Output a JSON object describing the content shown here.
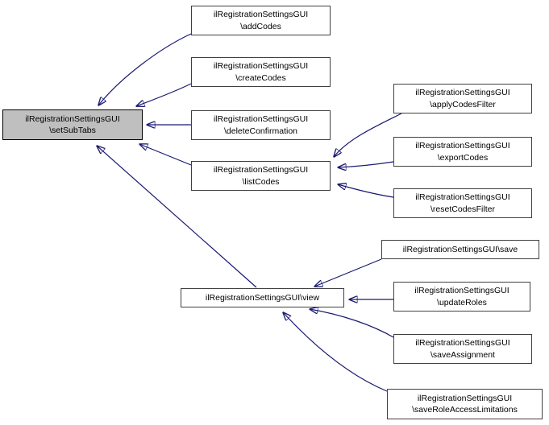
{
  "diagram": {
    "type": "caller-graph",
    "focus_node": "ilRegistrationSettingsGUI\\setSubTabs",
    "colors": {
      "edge": "#191970",
      "node_border": "#404040",
      "node_fill": "#ffffff",
      "highlight_fill": "#bfbfbf",
      "text": "#000000",
      "background": "#ffffff"
    },
    "nodes": [
      {
        "id": "setSubTabs",
        "label": "ilRegistrationSettingsGUI\n\\setSubTabs",
        "highlighted": true
      },
      {
        "id": "addCodes",
        "label": "ilRegistrationSettingsGUI\n\\addCodes",
        "highlighted": false
      },
      {
        "id": "createCodes",
        "label": "ilRegistrationSettingsGUI\n\\createCodes",
        "highlighted": false
      },
      {
        "id": "deleteConfirmation",
        "label": "ilRegistrationSettingsGUI\n\\deleteConfirmation",
        "highlighted": false
      },
      {
        "id": "listCodes",
        "label": "ilRegistrationSettingsGUI\n\\listCodes",
        "highlighted": false
      },
      {
        "id": "applyCodesFilter",
        "label": "ilRegistrationSettingsGUI\n\\applyCodesFilter",
        "highlighted": false
      },
      {
        "id": "exportCodes",
        "label": "ilRegistrationSettingsGUI\n\\exportCodes",
        "highlighted": false
      },
      {
        "id": "resetCodesFilter",
        "label": "ilRegistrationSettingsGUI\n\\resetCodesFilter",
        "highlighted": false
      },
      {
        "id": "view",
        "label": "ilRegistrationSettingsGUI\\view",
        "highlighted": false
      },
      {
        "id": "save",
        "label": "ilRegistrationSettingsGUI\\save",
        "highlighted": false
      },
      {
        "id": "updateRoles",
        "label": "ilRegistrationSettingsGUI\n\\updateRoles",
        "highlighted": false
      },
      {
        "id": "saveAssignment",
        "label": "ilRegistrationSettingsGUI\n\\saveAssignment",
        "highlighted": false
      },
      {
        "id": "saveRoleAccessLimitations",
        "label": "ilRegistrationSettingsGUI\n\\saveRoleAccessLimitations",
        "highlighted": false
      }
    ],
    "edges": [
      {
        "from": "addCodes",
        "to": "setSubTabs"
      },
      {
        "from": "createCodes",
        "to": "setSubTabs"
      },
      {
        "from": "deleteConfirmation",
        "to": "setSubTabs"
      },
      {
        "from": "listCodes",
        "to": "setSubTabs"
      },
      {
        "from": "view",
        "to": "setSubTabs"
      },
      {
        "from": "applyCodesFilter",
        "to": "listCodes"
      },
      {
        "from": "exportCodes",
        "to": "listCodes"
      },
      {
        "from": "resetCodesFilter",
        "to": "listCodes"
      },
      {
        "from": "save",
        "to": "view"
      },
      {
        "from": "updateRoles",
        "to": "view"
      },
      {
        "from": "saveAssignment",
        "to": "view"
      },
      {
        "from": "saveRoleAccessLimitations",
        "to": "view"
      }
    ]
  }
}
